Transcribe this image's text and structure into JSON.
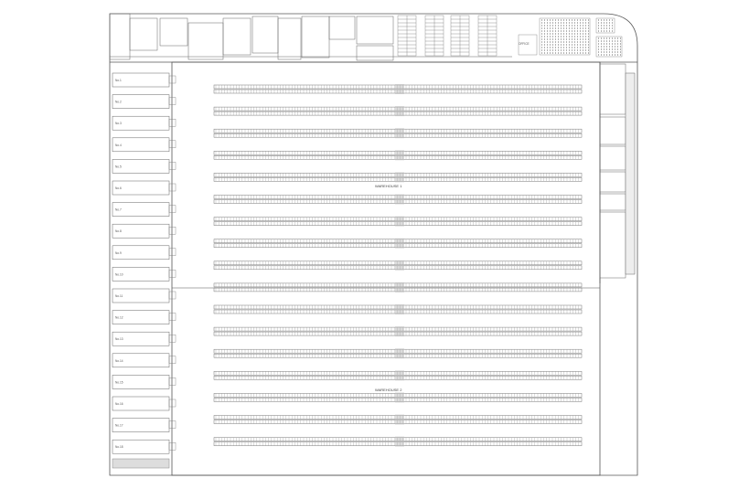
{
  "plan": {
    "warehouse_labels": [
      "WAREHOUSE 1",
      "WAREHOUSE 2"
    ],
    "office_label": "OFFICE",
    "bay_prefix": "No.",
    "bay_count": 18,
    "rack_row_count": 17,
    "colors": {
      "line": "#555555",
      "rack": "#777777",
      "hatch": "#999999",
      "background": "#ffffff"
    }
  }
}
